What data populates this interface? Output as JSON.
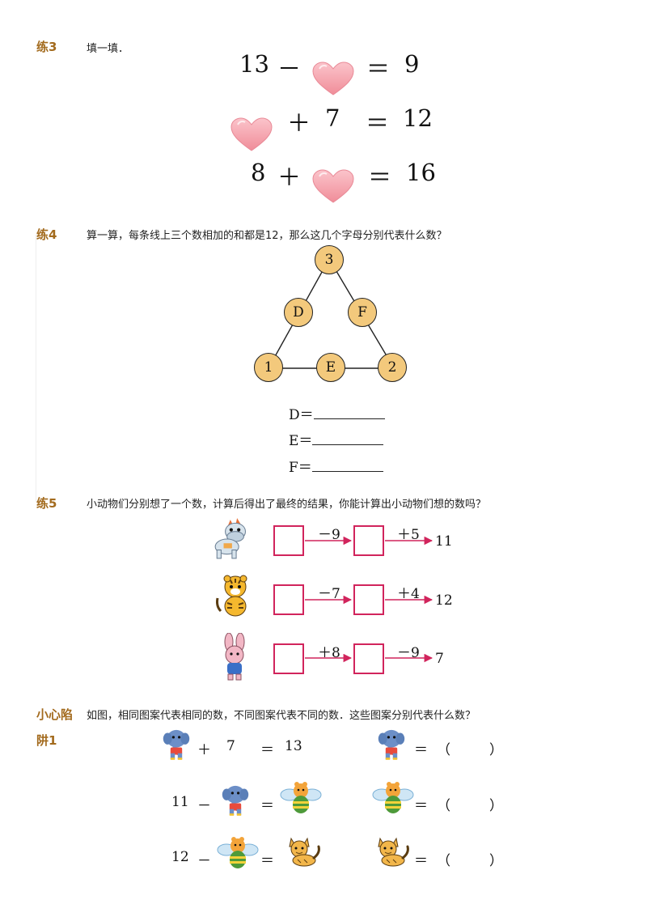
{
  "ex3": {
    "label": "练3",
    "instruction": "填一填．",
    "row1": {
      "a": "13",
      "op": "－",
      "eq": "＝",
      "result": "9"
    },
    "row2": {
      "op": "＋",
      "b": "7",
      "eq": "＝",
      "result": "12"
    },
    "row3": {
      "a": "8",
      "op": "＋",
      "eq": "＝",
      "result": "16"
    }
  },
  "ex4": {
    "label": "练4",
    "instruction": "算一算，每条线上三个数相加的和都是12，那么这几个字母分别代表什么数？",
    "nodes": {
      "top": "3",
      "left_mid": "D",
      "right_mid": "F",
      "bottom_left": "1",
      "bottom_mid": "E",
      "bottom_right": "2"
    },
    "answers": [
      {
        "letter": "D",
        "eq": "＝"
      },
      {
        "letter": "E",
        "eq": "＝"
      },
      {
        "letter": "F",
        "eq": "＝"
      }
    ],
    "node_color": "#f3c97c"
  },
  "ex5": {
    "label": "练5",
    "instruction": "小动物们分别想了一个数，计算后得出了最终的结果，你能计算出小动物们想的数吗？",
    "rows": [
      {
        "animal": "donkey-icon",
        "op1": "－9",
        "op2": "＋5",
        "result": "11"
      },
      {
        "animal": "tiger-icon",
        "op1": "－7",
        "op2": "＋4",
        "result": "12"
      },
      {
        "animal": "rabbit-icon",
        "op1": "＋8",
        "op2": "－9",
        "result": "7"
      }
    ],
    "box_color": "#d1245c"
  },
  "trap": {
    "label_line1": "小心陷",
    "label_line2": "阱1",
    "instruction": "如图，相同图案代表相同的数，不同图案代表不同的数．这些图案分别代表什么数？",
    "row1": {
      "plus": "＋",
      "num": "7",
      "eq": "＝",
      "result": "13",
      "ans_eq": "＝",
      "ans_open": "（",
      "ans_close": "）"
    },
    "row2": {
      "a": "11",
      "minus": "－",
      "eq": "＝",
      "ans_eq": "＝",
      "ans_open": "（",
      "ans_close": "）"
    },
    "row3": {
      "a": "12",
      "minus": "－",
      "eq": "＝",
      "ans_eq": "＝",
      "ans_open": "（",
      "ans_close": "）"
    },
    "icons": {
      "elephant": "elephant-icon",
      "bee": "bee-icon",
      "cat": "cat-icon"
    }
  }
}
